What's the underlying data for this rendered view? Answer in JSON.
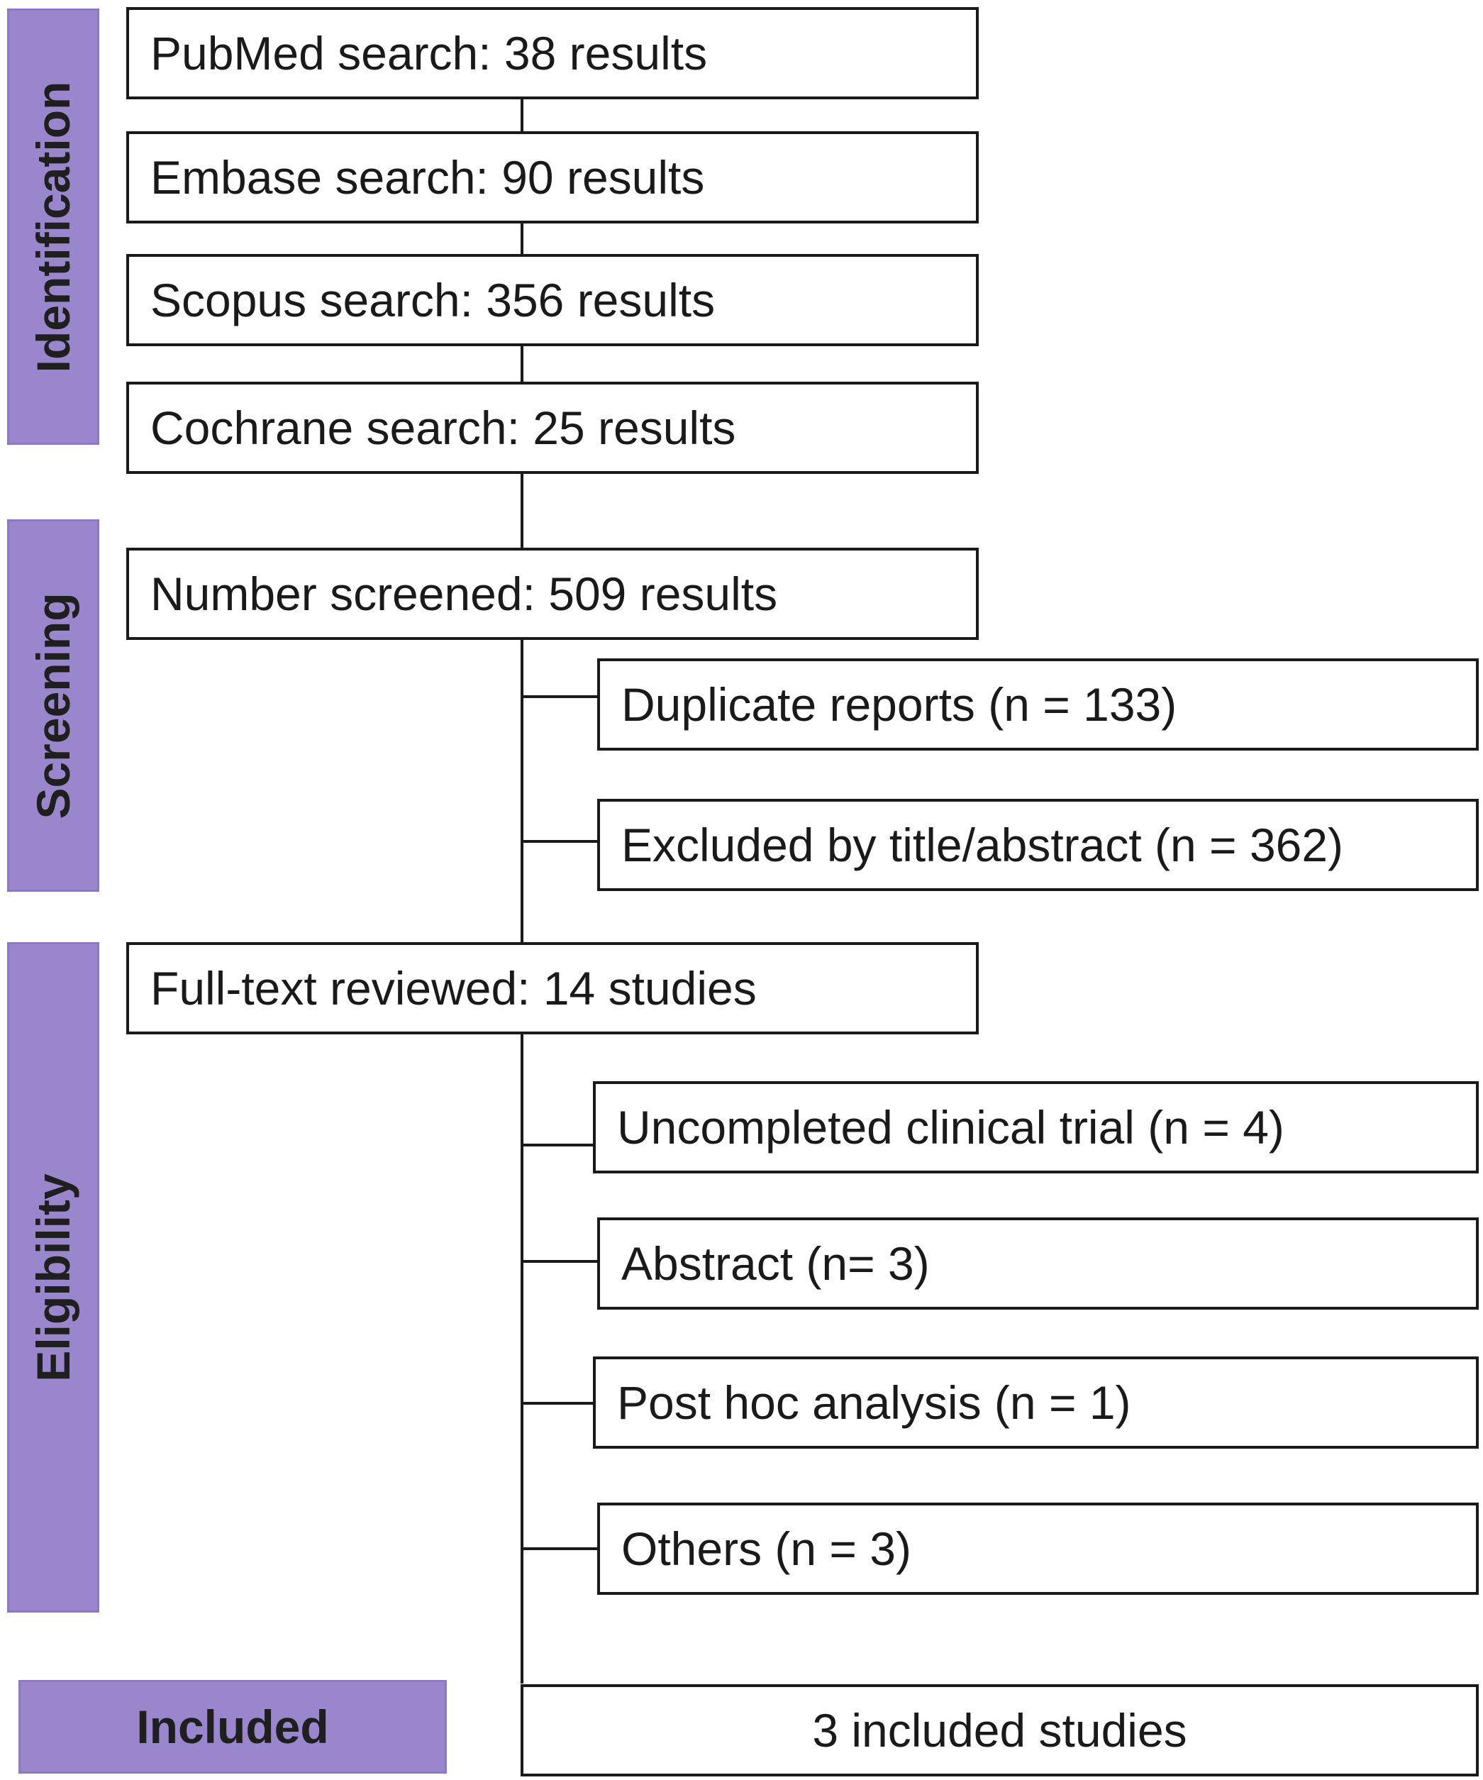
{
  "phases": {
    "identification": "Identification",
    "screening": "Screening",
    "eligibility": "Eligibility",
    "included": "Included"
  },
  "identification_boxes": [
    {
      "text": "PubMed search: 38 results"
    },
    {
      "text": "Embase search: 90 results"
    },
    {
      "text": "Scopus search: 356 results"
    },
    {
      "text": "Cochrane search: 25 results"
    }
  ],
  "screening": {
    "main": "Number screened: 509 results",
    "exclusions": [
      {
        "text": "Duplicate reports (n = 133)"
      },
      {
        "text": "Excluded by title/abstract  (n = 362)"
      }
    ]
  },
  "eligibility": {
    "main": "Full-text reviewed: 14 studies",
    "exclusions": [
      {
        "text": "Uncompleted clinical trial  (n = 4)"
      },
      {
        "text": "Abstract (n= 3)"
      },
      {
        "text": "Post hoc analysis  (n = 1)"
      },
      {
        "text": "Others  (n = 3)"
      }
    ]
  },
  "included": {
    "text": "3 included studies"
  },
  "colors": {
    "phase_bar": "#9a86cc",
    "box_border": "#1a1a1a"
  }
}
